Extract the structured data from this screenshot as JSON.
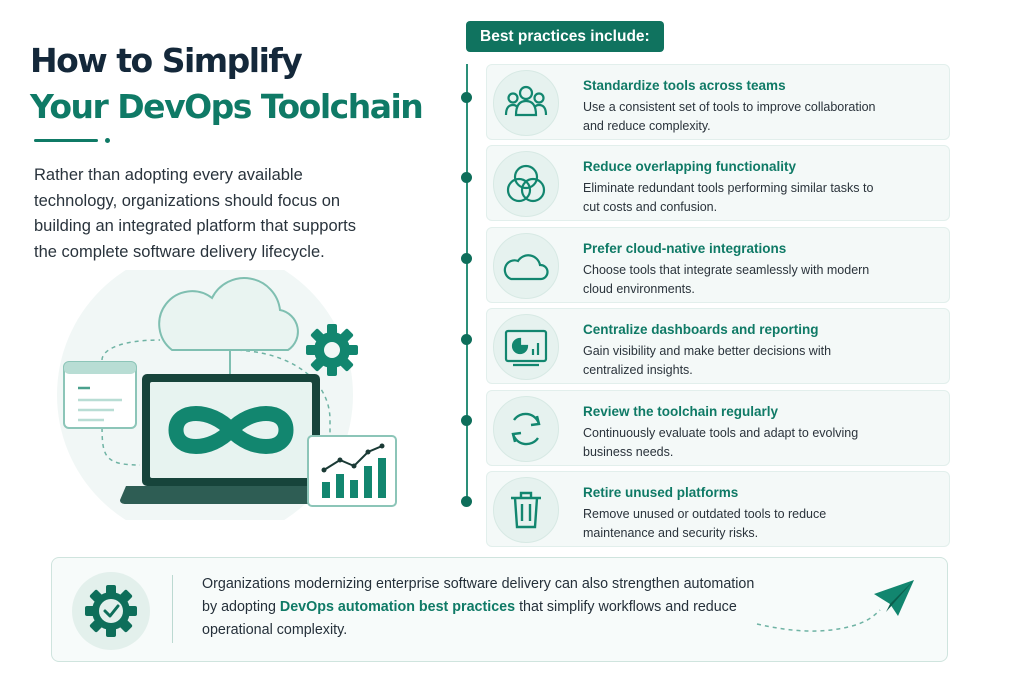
{
  "header": {
    "title_line1": "How to Simplify",
    "title_line2": "Your DevOps Toolchain"
  },
  "intro": "Rather than adopting every available technology, organizations should focus on building an integrated platform that supports the complete software delivery lifecycle.",
  "practices": {
    "label": "Best practices include:",
    "items": [
      {
        "title": "Standardize tools across teams",
        "desc": "Use a consistent set of tools to improve collaboration and reduce complexity.",
        "icon": "team-icon"
      },
      {
        "title": "Reduce overlapping functionality",
        "desc": "Eliminate redundant tools performing similar tasks to cut costs and confusion.",
        "icon": "overlap-circles-icon"
      },
      {
        "title": "Prefer cloud-native integrations",
        "desc": "Choose tools that integrate seamlessly with modern cloud environments.",
        "icon": "cloud-icon"
      },
      {
        "title": "Centralize dashboards and reporting",
        "desc": "Gain visibility and make better decisions with centralized insights.",
        "icon": "dashboard-icon"
      },
      {
        "title": "Review the toolchain regularly",
        "desc": "Continuously evaluate tools and adapt to evolving business needs.",
        "icon": "refresh-icon"
      },
      {
        "title": "Retire unused platforms",
        "desc": "Remove unused or outdated tools to reduce maintenance and security risks.",
        "icon": "trash-icon"
      }
    ]
  },
  "banner": {
    "text_before": "Organizations modernizing enterprise software delivery can also strengthen automation by adopting ",
    "highlight": "DevOps automation best practices",
    "text_after": " that simplify workflows and reduce operational complexity.",
    "icon": "gear-check-icon"
  },
  "colors": {
    "primary": "#0f7a66",
    "dark": "#14283a",
    "badge": "#10735f",
    "card_bg": "#f4f9f8",
    "light_teal": "#e6f2ef"
  }
}
